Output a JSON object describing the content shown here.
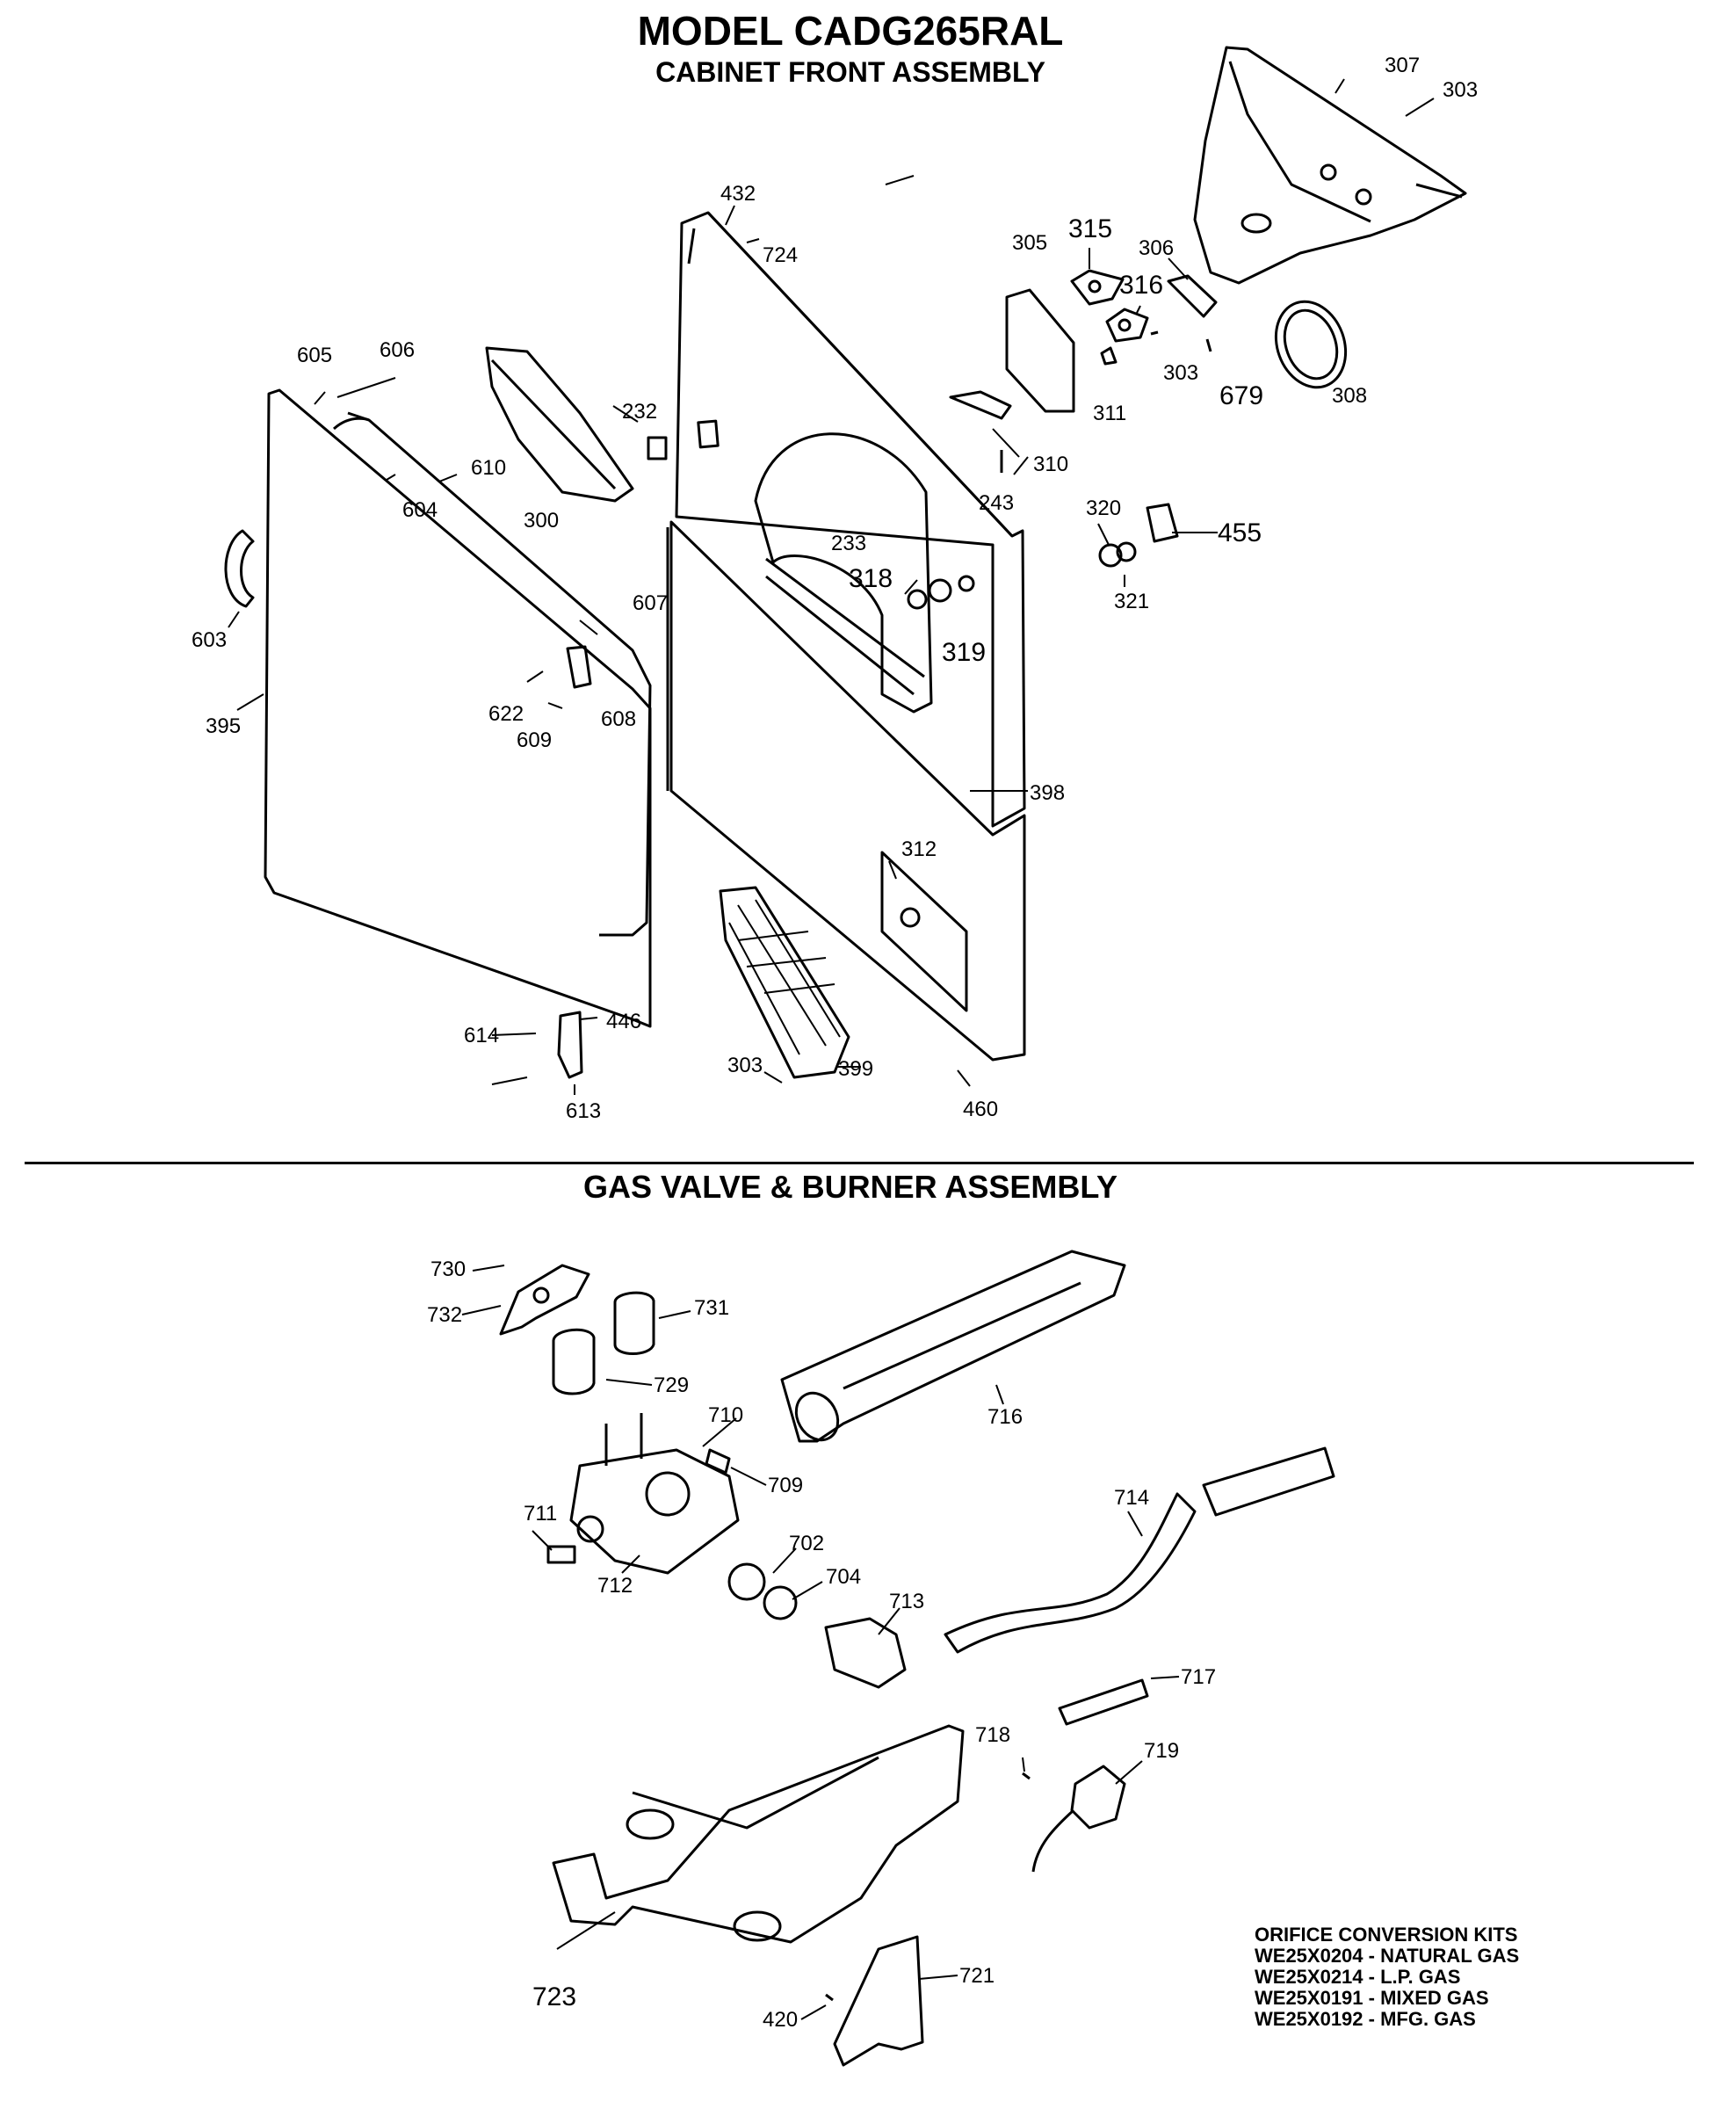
{
  "header": {
    "title": "MODEL CADG265RAL",
    "section1": "CABINET FRONT ASSEMBLY",
    "section2": "GAS VALVE & BURNER ASSEMBLY"
  },
  "parts_top": [
    "307",
    "303",
    "432",
    "724",
    "305",
    "315",
    "306",
    "316",
    "605",
    "606",
    "232",
    "303",
    "679",
    "308",
    "311",
    "310",
    "610",
    "604",
    "300",
    "243",
    "320",
    "455",
    "233",
    "318",
    "321",
    "319",
    "603",
    "607",
    "622",
    "608",
    "609",
    "395",
    "398",
    "312",
    "614",
    "446",
    "303",
    "399",
    "460",
    "613"
  ],
  "parts_bottom": [
    "730",
    "732",
    "731",
    "729",
    "716",
    "710",
    "709",
    "711",
    "702",
    "704",
    "713",
    "714",
    "712",
    "717",
    "718",
    "719",
    "723",
    "721",
    "420"
  ],
  "orifice_kits": {
    "heading": "ORIFICE CONVERSION KITS",
    "items": [
      "WE25X0204 - NATURAL GAS",
      "WE25X0214  - L.P. GAS",
      "WE25X0191 - MIXED GAS",
      "WE25X0192 - MFG. GAS"
    ]
  }
}
